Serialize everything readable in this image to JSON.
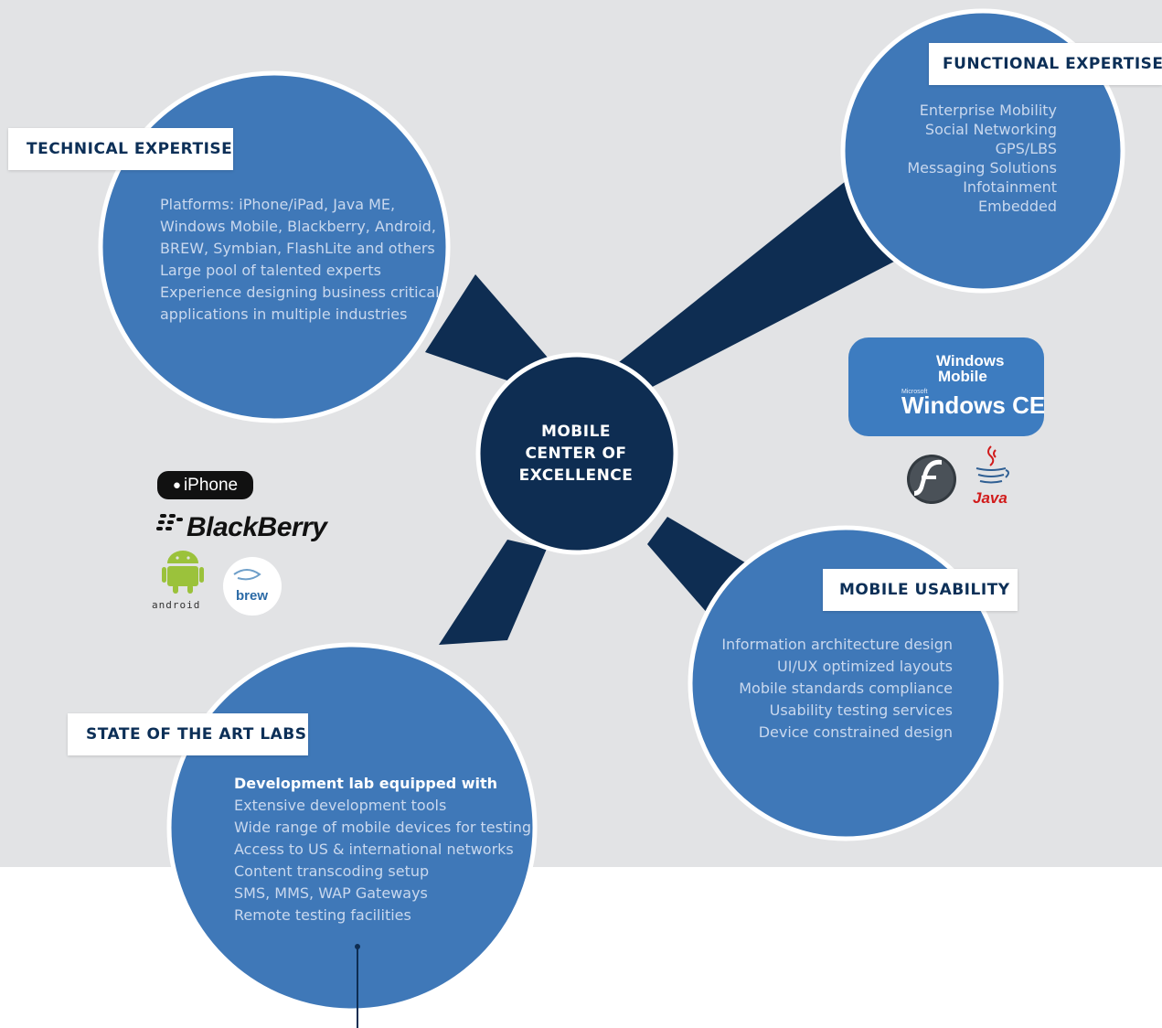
{
  "center": {
    "line1": "MOBILE",
    "line2": "CENTER OF",
    "line3": "EXCELLENCE"
  },
  "nodes": {
    "technical": {
      "title": "TECHNICAL EXPERTISE",
      "items": [
        "Platforms: iPhone/iPad, Java ME,",
        "Windows Mobile, Blackberry, Android,",
        "BREW, Symbian, FlashLite and others",
        "Large pool of talented experts",
        "Experience designing business critical",
        "applications in multiple industries"
      ]
    },
    "functional": {
      "title": "FUNCTIONAL EXPERTISE",
      "items": [
        "Enterprise Mobility",
        "Social Networking",
        "GPS/LBS",
        "Messaging Solutions",
        "Infotainment",
        "Embedded"
      ]
    },
    "usability": {
      "title": "MOBILE USABILITY",
      "items": [
        "Information architecture design",
        "UI/UX optimized layouts",
        "Mobile standards compliance",
        "Usability testing services",
        "Device constrained design"
      ]
    },
    "labs": {
      "title": "STATE OF THE ART LABS",
      "lead": "Development lab equipped with",
      "items": [
        "Extensive development tools",
        "Wide range of mobile devices for testing",
        "Access to US & international networks",
        "Content transcoding setup",
        "SMS, MMS, WAP Gateways",
        "Remote testing facilities"
      ]
    }
  },
  "logos": {
    "iphone": "iPhone",
    "blackberry": "BlackBerry",
    "android": "android",
    "brew": "brew",
    "windows_mobile_1": "Windows",
    "windows_mobile_2": "Mobile",
    "microsoft": "Microsoft",
    "windows_ce": "Windows CE",
    "java": "Java"
  },
  "colors": {
    "node_fill": "#3f78b8",
    "hub_fill": "#0e2d52",
    "connector": "#0e2d52",
    "ring": "#ffffff",
    "background": "#e2e3e5",
    "title_text": "#0c2f57"
  }
}
